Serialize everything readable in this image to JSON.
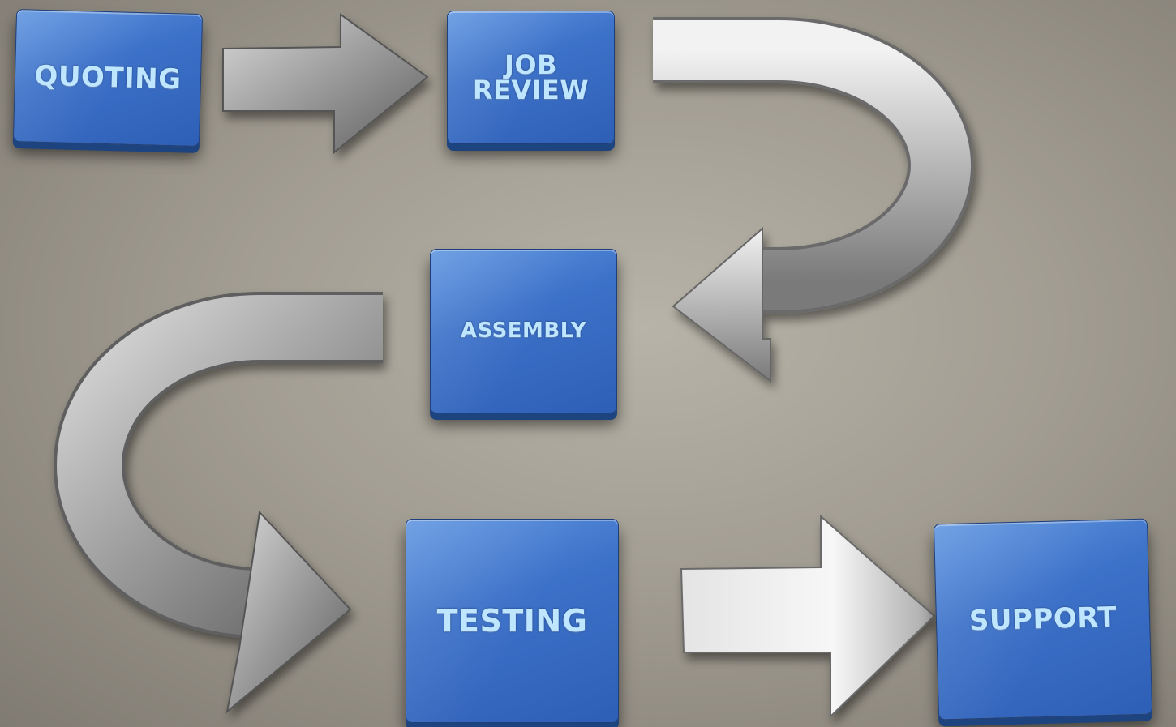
{
  "steps": {
    "quoting": "QUOTING",
    "job_review": "JOB\nREVIEW",
    "assembly": "ASSEMBLY",
    "testing": "TESTING",
    "support": "SUPPORT"
  },
  "colors": {
    "tile_blue": "#3d72c9",
    "tile_text": "#bfe6ff",
    "arrow_silver": "#c9c9c9",
    "background": "#a29d92"
  }
}
